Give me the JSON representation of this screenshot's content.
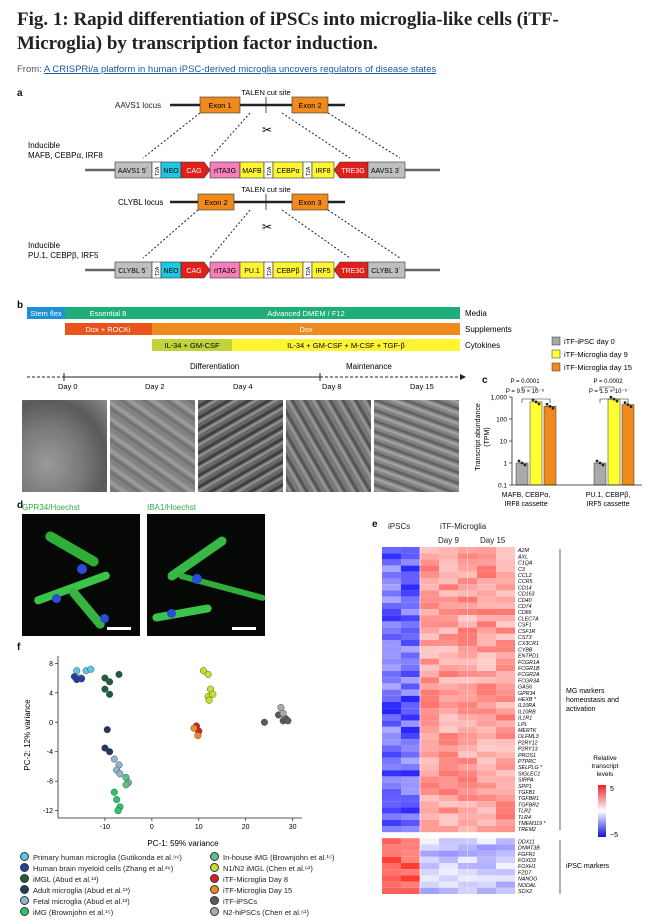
{
  "title": "Fig. 1: Rapid differentiation of iPSCs into microglia-like cells (iTF-Microglia) by transcription factor induction.",
  "from": {
    "prefix": "From: ",
    "link": "A CRISPRi/a platform in human iPSC-derived microglia uncovers regulators of disease states"
  },
  "panel_labels": {
    "a": "a",
    "b": "b",
    "c": "c",
    "d": "d",
    "e": "e",
    "f": "f"
  },
  "panel_a": {
    "aavs1_locus": "AAVS1 locus",
    "talen1": "TALEN cut site",
    "exon1": "Exon 1",
    "exon2": "Exon 2",
    "cassette1_title": "Inducible\nMAFB, CEBPα, IRF8",
    "c1": [
      "AAVS1 5´",
      "T2A",
      "NEO",
      "CAG",
      "rtTA3G",
      "MAFB",
      "T2A",
      "CEBPα",
      "T2A",
      "IRF8",
      "TRE3G",
      "AAVS1 3´"
    ],
    "clybl_locus": "CLYBL locus",
    "talen2": "TALEN cut site",
    "exon2b": "Exon 2",
    "exon3": "Exon 3",
    "cassette2_title": "Inducible\nPU.1, CEBPβ, IRF5",
    "c2": [
      "CLYBL 5´",
      "T2A",
      "NEO",
      "CAG",
      "rtTA3G",
      "PU.1",
      "T2A",
      "CEBPβ",
      "T2A",
      "IRF5",
      "TRE3G",
      "CLYBL 3´"
    ]
  },
  "panel_b": {
    "stemflex": "Stem flex",
    "e8": "Essential 8",
    "dmem": "Advanced DMEM / F12",
    "media": "Media",
    "doxrock": "Dox + ROCKi",
    "dox": "Dox",
    "supplements": "Supplements",
    "il34gm": "IL-34 + GM-CSF",
    "il34all": "IL-34 + GM-CSF + M-CSF + TGF-β",
    "cytokines": "Cytokines",
    "differentiation": "Differentiation",
    "maintenance": "Maintenance",
    "days": [
      "Day 0",
      "Day 2",
      "Day 4",
      "Day 8",
      "Day 15"
    ]
  },
  "panel_c": {
    "legend": [
      "iTF-iPSC day 0",
      "iTF-Microglia day 9",
      "iTF-Microglia day 15"
    ],
    "colors": [
      "#a9a9a9",
      "#ffff33",
      "#f08a1c"
    ],
    "ylabel": "Transcript abundance\n(TPM)",
    "yticks": [
      "1,000",
      "100",
      "10",
      "1",
      "0.1"
    ],
    "groups": [
      "MAFB, CEBPα,\nIRF8 cassette",
      "PU.1, CEBPβ,\nIRF5 cassette"
    ],
    "p1a": "P = 0.0001",
    "p1b": "P = 9.9 × 10⁻⁵",
    "p2a": "P = 0.0002",
    "p2b": "P = 1.5 × 10⁻⁵"
  },
  "chart_data": [
    {
      "type": "bar",
      "categories": [
        "MAFB, CEBPα, IRF8 cassette",
        "PU.1, CEBPβ, IRF5 cassette"
      ],
      "series": [
        {
          "name": "iTF-iPSC day 0",
          "values": [
            1.0,
            1.0
          ]
        },
        {
          "name": "iTF-Microglia day 9",
          "values": [
            600,
            800
          ]
        },
        {
          "name": "iTF-Microglia day 15",
          "values": [
            380,
            450
          ]
        }
      ],
      "yscale": "log",
      "ylim": [
        0.1,
        1000
      ],
      "ylabel": "Transcript abundance (TPM)"
    },
    {
      "type": "scatter",
      "xlabel": "PC-1: 59% variance",
      "ylabel": "PC-2: 12% variance",
      "xlim": [
        -20,
        32
      ],
      "ylim": [
        -13,
        9
      ],
      "xticks": [
        "-10",
        "0",
        "10",
        "20",
        "30"
      ],
      "yticks": [
        "8",
        "4",
        "0",
        "-4",
        "-8",
        "-12"
      ],
      "series": [
        {
          "name": "Primary human microglia (Gutikonda et al.⁹⁶)",
          "color": "#5bc8e8",
          "points": [
            [
              -16,
              7
            ],
            [
              -15.5,
              6
            ],
            [
              -14,
              7
            ],
            [
              -13,
              7.2
            ],
            [
              -15,
              6
            ]
          ]
        },
        {
          "name": "Human brain myeloid cells (Zhang et al.²⁶)",
          "color": "#2541a0",
          "points": [
            [
              -16.5,
              6.2
            ],
            [
              -16,
              5.8
            ],
            [
              -15,
              5.9
            ]
          ]
        },
        {
          "name": "iMGL (Abud et al.¹³)",
          "color": "#1f5e3c",
          "points": [
            [
              -10,
              6
            ],
            [
              -9,
              5.5
            ],
            [
              -7,
              6.5
            ],
            [
              -10,
              4.5
            ],
            [
              -9,
              3.8
            ]
          ]
        },
        {
          "name": "Adult microglia (Abud et al.¹³)",
          "color": "#223a5e",
          "points": [
            [
              -9.5,
              -1
            ],
            [
              -10,
              -3.5
            ],
            [
              -9,
              -4
            ]
          ]
        },
        {
          "name": "Fetal microglia (Abud et al.¹³)",
          "color": "#8fb4cf",
          "points": [
            [
              -8,
              -5
            ],
            [
              -7,
              -5.8
            ],
            [
              -7.5,
              -6.5
            ],
            [
              -6.8,
              -7
            ]
          ]
        },
        {
          "name": "iMG (Brownjohn et al.¹⁵)",
          "color": "#2bc46b",
          "points": [
            [
              -8,
              -9.5
            ],
            [
              -7.5,
              -10.5
            ],
            [
              -6.8,
              -11.5
            ],
            [
              -7.2,
              -12
            ]
          ]
        },
        {
          "name": "In-house iMG (Brownjohn et al.¹⁵)",
          "color": "#5cc08a",
          "points": [
            [
              -5.5,
              -7.5
            ],
            [
              -5,
              -8.2
            ],
            [
              -5.5,
              -8.5
            ]
          ]
        },
        {
          "name": "N1/N2 iMGL (Chen et al.⁶¹)",
          "color": "#c5e02a",
          "points": [
            [
              11,
              7
            ],
            [
              12,
              6.5
            ],
            [
              12.5,
              4.5
            ],
            [
              12,
              3.5
            ],
            [
              13,
              3.8
            ],
            [
              12.2,
              3
            ]
          ]
        },
        {
          "name": "iTF-Microglia Day 8",
          "color": "#d91f2b",
          "points": [
            [
              9.5,
              -0.5
            ],
            [
              10,
              -1.2
            ]
          ]
        },
        {
          "name": "iTF-Microglia Day 15",
          "color": "#f08a1c",
          "points": [
            [
              9,
              -0.8
            ],
            [
              9.8,
              -1.8
            ]
          ]
        },
        {
          "name": "iTF-iPSCs",
          "color": "#5c5c5c",
          "points": [
            [
              24,
              0
            ],
            [
              27,
              1
            ],
            [
              28,
              0.2
            ],
            [
              28.5,
              0.5
            ],
            [
              29,
              0.2
            ]
          ]
        },
        {
          "name": "N2-hiPSCs (Chen et al.⁶¹)",
          "color": "#a9a9a9",
          "points": [
            [
              27.5,
              2
            ],
            [
              28,
              1.2
            ]
          ]
        }
      ]
    }
  ],
  "panel_d": {
    "left_label": "GPR34/Hoechst",
    "right_label": "IBA1/Hoechst"
  },
  "panel_e": {
    "ipscs": "iPSCs",
    "itf": "iTF-Microglia",
    "day9": "Day 9",
    "day15": "Day 15",
    "mg_genes": [
      "A2M",
      "AXL",
      "C1QA",
      "C3",
      "CCL2",
      "CCR5",
      "CD14",
      "CD163",
      "CD40",
      "CD74",
      "CD86",
      "CLEC7A",
      "CSF1",
      "CSF1R",
      "CST3",
      "CX3CR1",
      "CYBB",
      "ENTPD1",
      "FCGR1A",
      "FCGR1B",
      "FCGR2A",
      "FCGR3A",
      "GAS6",
      "GPR34",
      "HEXB *",
      "IL10RA",
      "IL10RB",
      "IL1R1",
      "LPL",
      "MERTK",
      "OLFML3",
      "P2RY12",
      "P2RY13",
      "PROS1",
      "PTPRC",
      "SELPLG *",
      "SIGLEC1",
      "SIRPA",
      "SPP1",
      "TGFB1",
      "TGFBR1",
      "TGFBR2",
      "TLR2",
      "TLR4",
      "TMEM119 *",
      "TREM2"
    ],
    "ipsc_genes": [
      "DDX11",
      "DNMT3B",
      "FGFR1",
      "FOXD3",
      "FOXH1",
      "FZD7",
      "NANOG",
      "NODAL",
      "SOX2"
    ],
    "mg_label": "MG markers\nhomeostasis and\nactivation",
    "ipsc_label": "iPSC markers",
    "scale_title": "Relative\ntranscript\nlevels",
    "scale_max": "5",
    "scale_min": "−5"
  },
  "panel_f_legend_cols": [
    [
      "Primary human microglia (Gutikonda et al.⁹⁶)",
      "Human brain myeloid cells (Zhang et al.²⁶)",
      "iMGL (Abud et al.¹³)",
      "Adult microglia (Abud et al.¹³)",
      "Fetal microglia (Abud et al.¹³)",
      "iMG (Brownjohn et al.¹⁵)"
    ],
    [
      "In-house iMG (Brownjohn et al.¹⁵)",
      "N1/N2 iMGL (Chen et al.⁶¹)",
      "iTF-Microglia Day 8",
      "iTF-Microglia Day 15",
      "iTF-iPSCs",
      "N2-hiPSCs (Chen et al.⁶¹)"
    ]
  ]
}
